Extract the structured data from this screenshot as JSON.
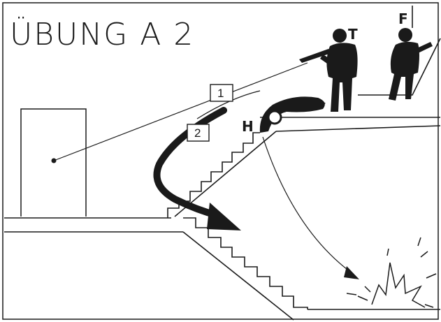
{
  "title": "ÜBUNG A 2",
  "markers": {
    "box1": "1",
    "box2": "2"
  },
  "persons": {
    "t": "T",
    "f": "F",
    "h": "H"
  },
  "colors": {
    "ink": "#1a1a1a",
    "paper": "#ffffff"
  }
}
